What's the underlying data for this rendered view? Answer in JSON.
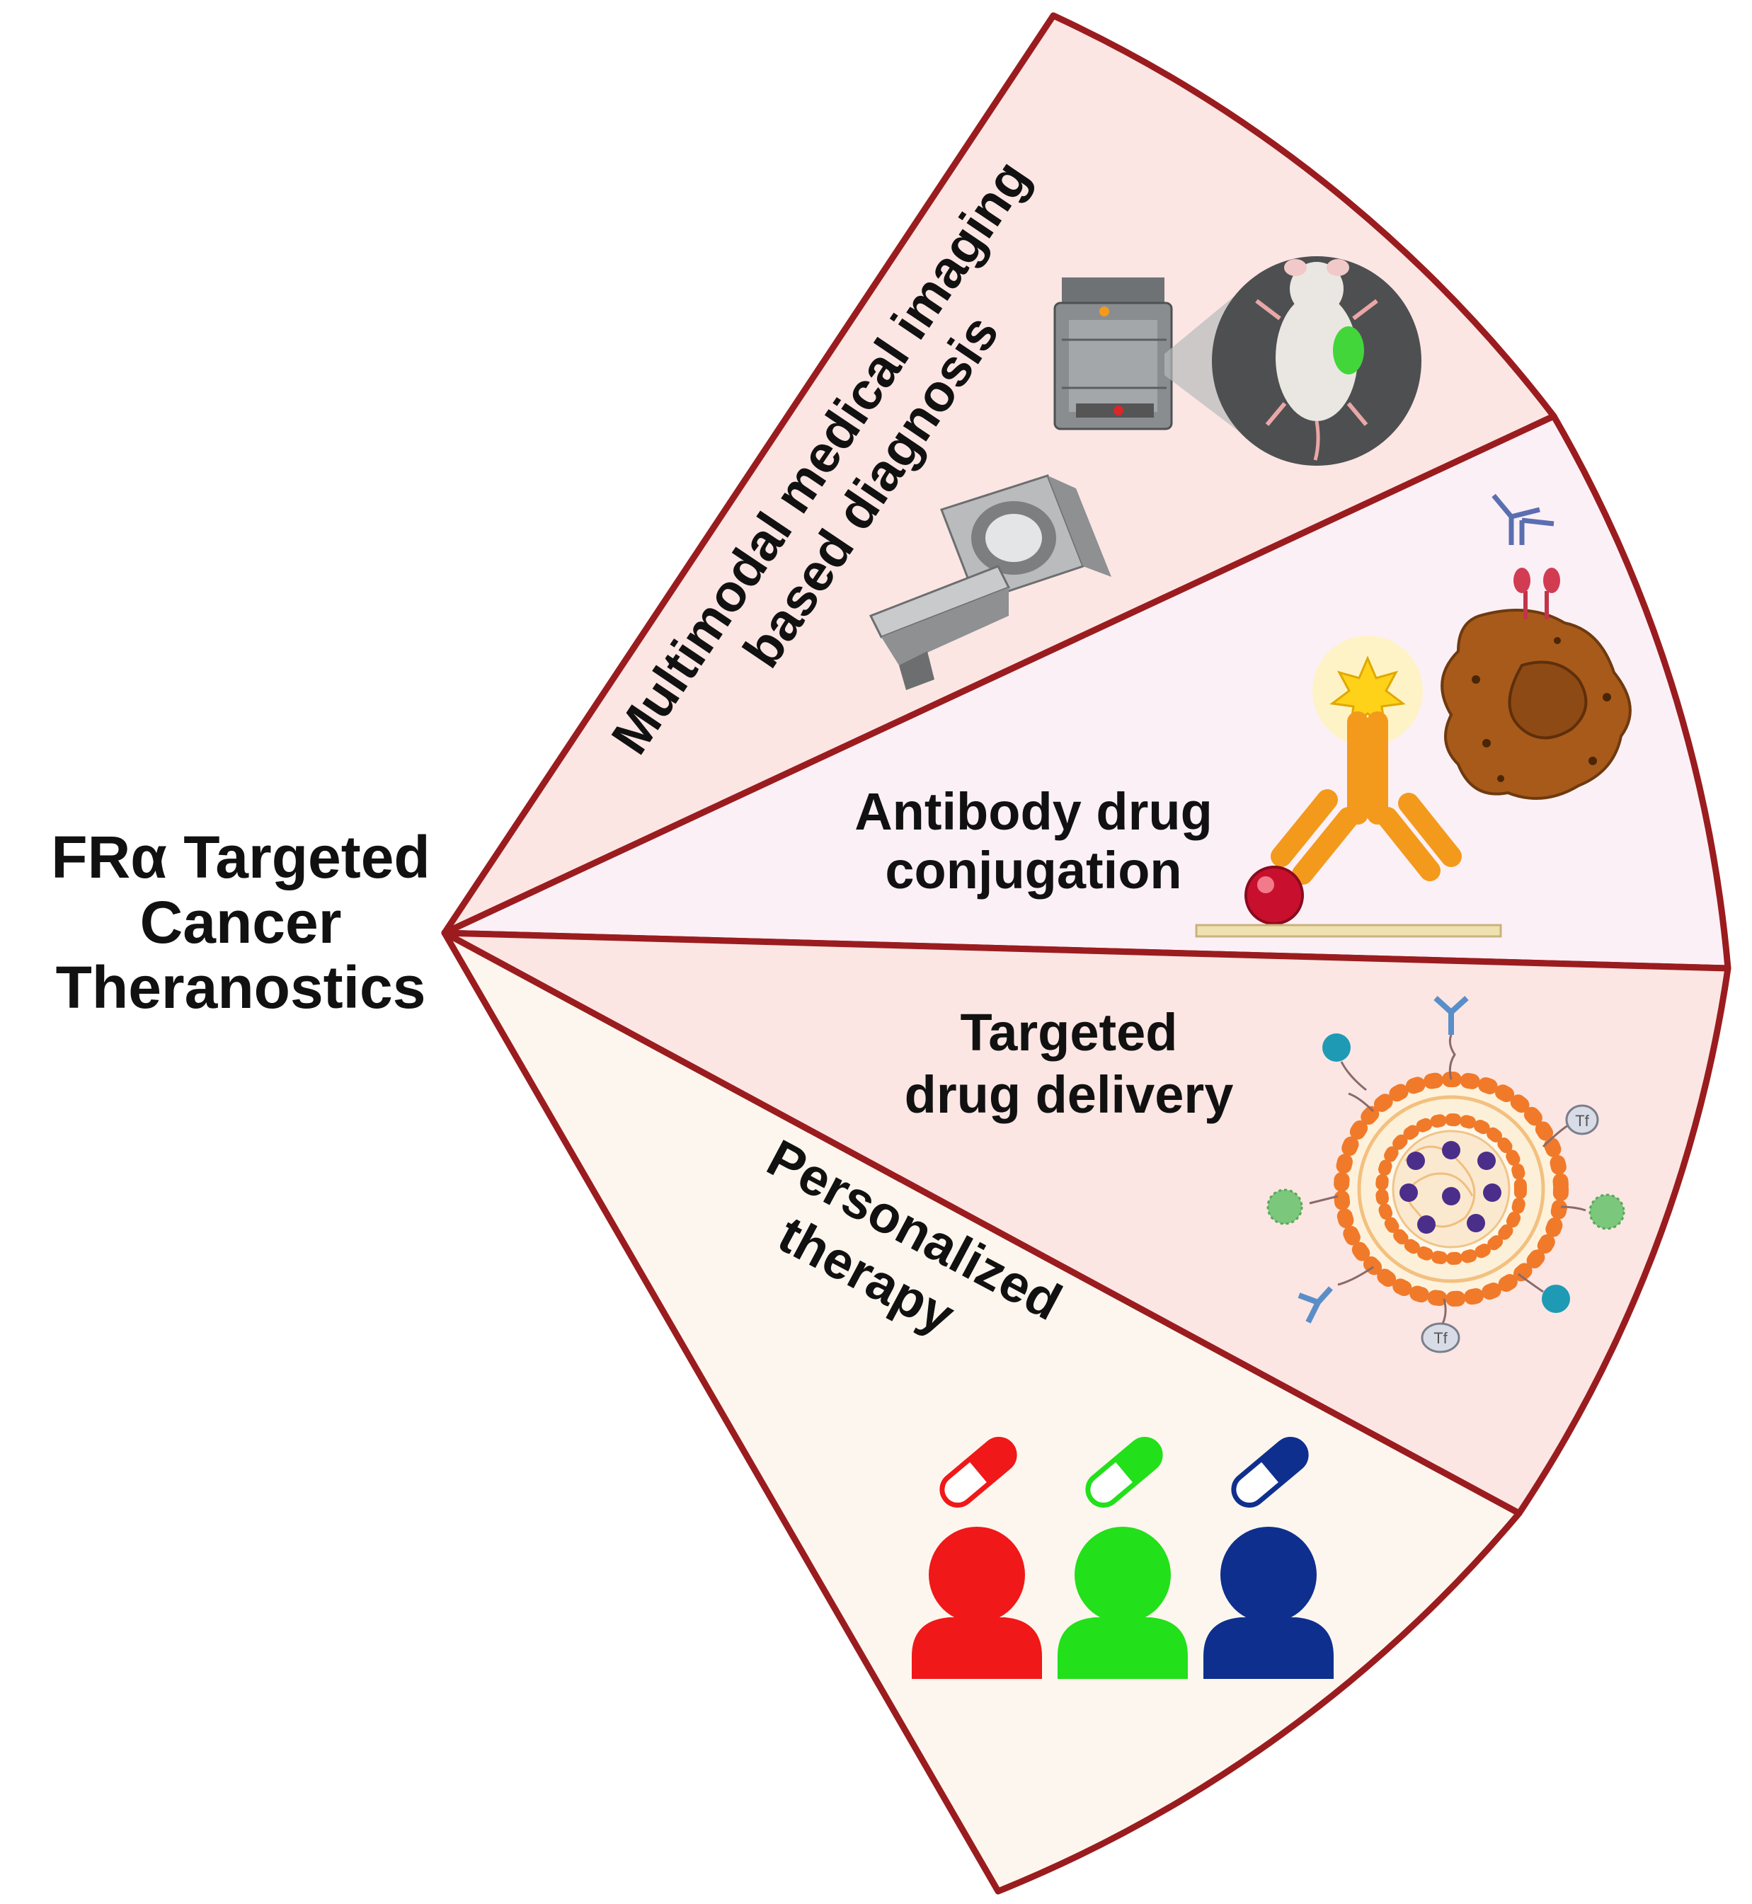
{
  "center_title": {
    "line1": "FRα Targeted",
    "line2": "Cancer",
    "line3": "Theranostics"
  },
  "segments": [
    {
      "id": "imaging",
      "line1": "Multimodal medical imaging",
      "line2": "based diagnosis",
      "color": "#fbe6e4"
    },
    {
      "id": "adc",
      "line1": "Antibody drug",
      "line2": "conjugation",
      "color": "#fcf0f7"
    },
    {
      "id": "delivery",
      "line1": "Targeted",
      "line2": "drug delivery",
      "color": "#fbe6e4"
    },
    {
      "id": "personalized",
      "line1": "Personalized",
      "line2": "therapy",
      "color": "#fdf6ee"
    }
  ],
  "icons": {
    "liposome_tag": "Tf"
  },
  "colors": {
    "border": "#9a1c1f",
    "patient_red": "#f01818",
    "patient_green": "#22e01a",
    "patient_blue": "#0f2f8e",
    "antibody_orange": "#f39a1c",
    "cell_brown": "#a85a1a"
  }
}
